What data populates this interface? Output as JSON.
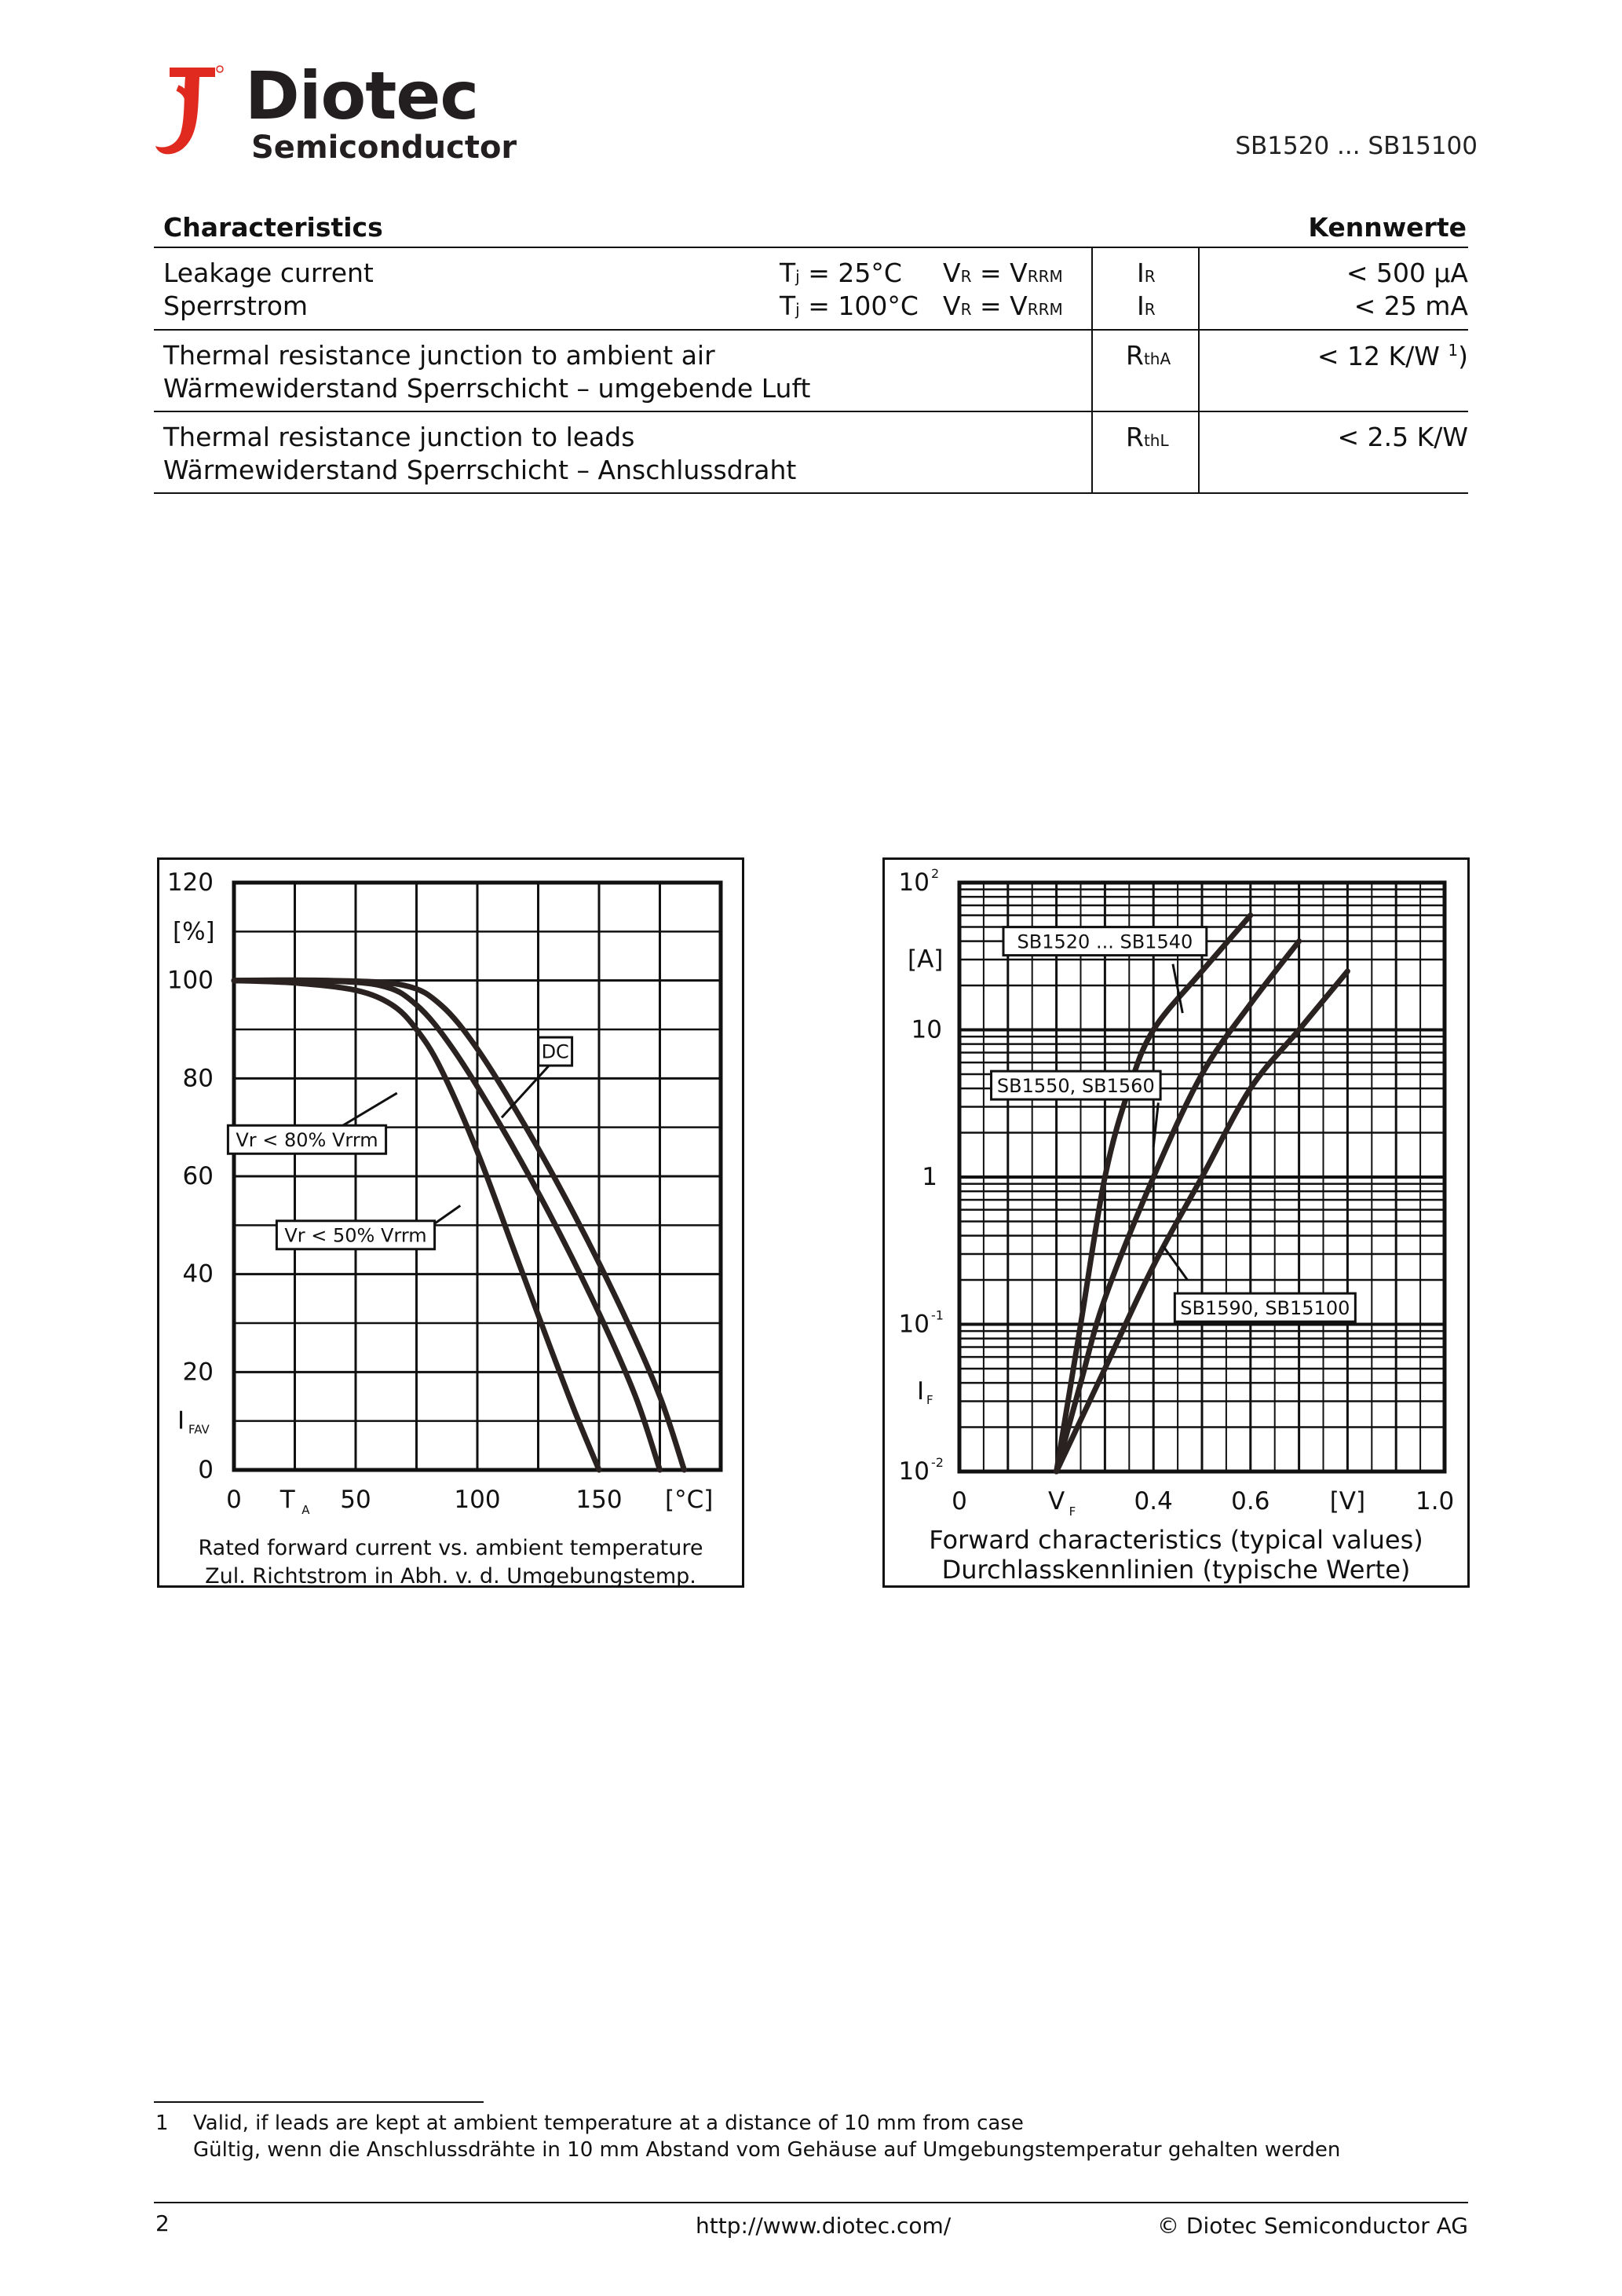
{
  "header": {
    "brand": "Diotec",
    "brand_sub": "Semiconductor",
    "part_range": "SB1520 ... SB15100"
  },
  "characteristics": {
    "title_en": "Characteristics",
    "title_de": "Kennwerte",
    "rows": [
      {
        "en": "Leakage current",
        "de": "Sperrstrom",
        "cond1_tj": "T",
        "cond1_tj_sub": "j",
        "cond1_tj_val": " = 25°C",
        "cond2_tj_val": " = 100°C",
        "cond_vr": "V",
        "cond_vr_sub": "R",
        "cond_vr_eq": " = V",
        "cond_vr_eq_sub": "RRM",
        "symbol": "I",
        "symbol_sub": "R",
        "value1": "< 500 µA",
        "value2": "< 25 mA"
      },
      {
        "en": "Thermal resistance junction to ambient air",
        "de": "Wärmewiderstand Sperrschicht – umgebende Luft",
        "symbol": "R",
        "symbol_sub": "thA",
        "value": "< 12 K/W ",
        "value_sup": "1",
        "value_tail": ")"
      },
      {
        "en": "Thermal resistance junction to leads",
        "de": "Wärmewiderstand Sperrschicht – Anschlussdraht",
        "symbol": "R",
        "symbol_sub": "thL",
        "value": "< 2.5 K/W"
      }
    ]
  },
  "chart_data": [
    {
      "type": "line",
      "title": "Rated forward current vs. ambient temperature",
      "subtitle": "Zul. Richtstrom in Abh. v. d. Umgebungstemp.",
      "x_tick_labels": [
        "0",
        "50",
        "100",
        "150",
        "[°C]"
      ],
      "x_symbol": "T",
      "x_symbol_sub": "A",
      "y_tick_labels": [
        "0",
        "20",
        "40",
        "60",
        "80",
        "100",
        "120"
      ],
      "y_unit": "[%]",
      "y_symbol": "I",
      "y_symbol_sub": "FAV",
      "xlim": [
        0,
        200
      ],
      "ylim": [
        0,
        120
      ],
      "grid": true,
      "series": [
        {
          "name": "Vr < 80% Vrrm",
          "x": [
            0,
            25,
            50,
            65,
            75,
            85,
            100,
            115,
            130,
            140,
            150
          ],
          "y": [
            100,
            99.5,
            98,
            95,
            90,
            82,
            65,
            45,
            25,
            12,
            0
          ]
        },
        {
          "name": "Vr < 50% Vrrm",
          "x": [
            0,
            30,
            60,
            75,
            90,
            110,
            130,
            150,
            165,
            175
          ],
          "y": [
            100,
            100,
            99,
            95,
            86,
            70,
            52,
            32,
            15,
            0
          ]
        },
        {
          "name": "DC",
          "x": [
            0,
            40,
            70,
            85,
            100,
            120,
            140,
            160,
            175,
            185
          ],
          "y": [
            100,
            100,
            99,
            95,
            86,
            70,
            52,
            32,
            15,
            0
          ]
        }
      ],
      "annotations": [
        "Vr < 80% Vrrm",
        "Vr < 50% Vrrm",
        "DC"
      ]
    },
    {
      "type": "line",
      "title": "Forward characteristics (typical values)",
      "subtitle": "Durchlasskennlinien (typische Werte)",
      "x_tick_labels": [
        "0",
        "0.4",
        "0.6",
        "[V]",
        "1.0"
      ],
      "x_symbol": "V",
      "x_symbol_sub": "F",
      "y_tick_labels": [
        "10",
        "-2",
        "10",
        "-1",
        "1",
        "10",
        "10",
        "2"
      ],
      "y_unit": "[A]",
      "y_symbol": "I",
      "y_symbol_sub": "F",
      "y_scale": "log",
      "xlim": [
        0,
        1.0
      ],
      "ylim": [
        0.01,
        100
      ],
      "grid": true,
      "series": [
        {
          "name": "SB1520 ... SB1540",
          "x": [
            0.2,
            0.25,
            0.3,
            0.35,
            0.4,
            0.5,
            0.6
          ],
          "y": [
            0.01,
            0.1,
            1,
            4,
            10,
            25,
            60
          ]
        },
        {
          "name": "SB1550, SB1560",
          "x": [
            0.2,
            0.25,
            0.3,
            0.4,
            0.5,
            0.6,
            0.7
          ],
          "y": [
            0.01,
            0.04,
            0.15,
            1,
            5,
            15,
            40
          ]
        },
        {
          "name": "SB1590, SB15100",
          "x": [
            0.2,
            0.3,
            0.4,
            0.5,
            0.6,
            0.7,
            0.8
          ],
          "y": [
            0.01,
            0.05,
            0.25,
            1,
            4,
            10,
            25
          ]
        }
      ],
      "annotations": [
        "SB1520 ... SB1540",
        "SB1550, SB1560",
        "SB1590, SB15100"
      ]
    }
  ],
  "footnote": {
    "number": "1",
    "line1": "Valid, if leads are kept at ambient temperature at a distance of 10 mm from case",
    "line2": "Gültig, wenn die Anschlussdrähte in 10 mm Abstand vom Gehäuse auf Umgebungstemperatur gehalten werden"
  },
  "page_footer": {
    "page_number": "2",
    "url": "http://www.diotec.com/",
    "copyright": "© Diotec Semiconductor AG"
  },
  "colors": {
    "logo_red": "#e02a1f",
    "text": "#111111"
  }
}
